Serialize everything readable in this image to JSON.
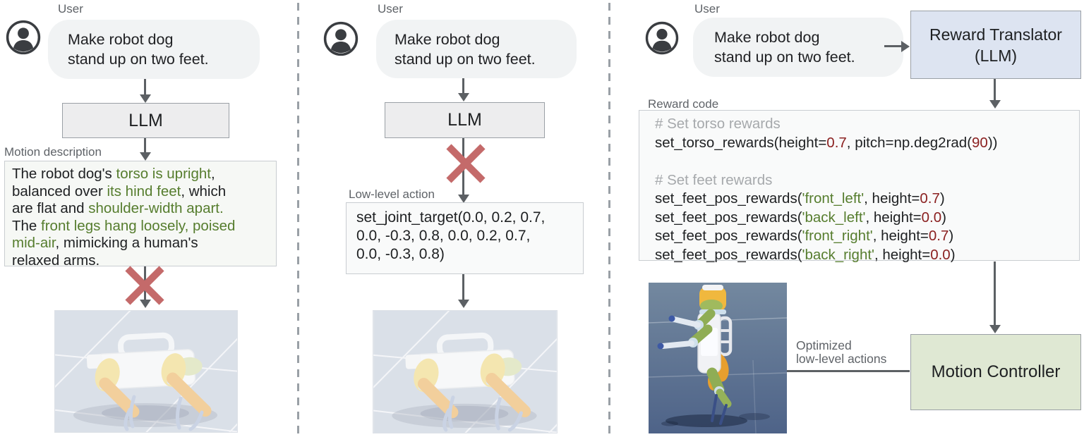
{
  "colors": {
    "highlight_green": "#567d2e",
    "number_red": "#8b2121",
    "comment_gray": "#a6a9ac",
    "x_mark_red": "#c46a6a",
    "arrow_gray": "#5c6064",
    "bubble_bg": "#f1f3f4",
    "llm_box_bg": "#ededee",
    "reward_translator_bg": "#dde4f1",
    "motion_controller_bg": "#dfe8d3"
  },
  "p1": {
    "user_label": "User",
    "bubble": {
      "line1": "Make robot dog",
      "line2": "stand up on two feet."
    },
    "llm_label": "LLM",
    "motion_desc_label": "Motion description",
    "motion_lines": [
      [
        {
          "t": "The robot dog's ",
          "c": "k"
        },
        {
          "t": "torso is upright",
          "c": "g"
        },
        {
          "t": ",",
          "c": "k"
        }
      ],
      [
        {
          "t": "balanced over ",
          "c": "k"
        },
        {
          "t": "its hind feet",
          "c": "g"
        },
        {
          "t": ", which",
          "c": "k"
        }
      ],
      [
        {
          "t": "are flat and ",
          "c": "k"
        },
        {
          "t": "shoulder-width apart.",
          "c": "g"
        }
      ],
      [
        {
          "t": "The ",
          "c": "k"
        },
        {
          "t": "front legs hang loosely, poised",
          "c": "g"
        }
      ],
      [
        {
          "t": "mid-air",
          "c": "g"
        },
        {
          "t": ", mimicking a human's",
          "c": "k"
        }
      ],
      [
        {
          "t": "relaxed arms.",
          "c": "k"
        }
      ]
    ]
  },
  "p2": {
    "user_label": "User",
    "bubble": {
      "line1": "Make robot dog",
      "line2": "stand up on two feet."
    },
    "llm_label": "LLM",
    "action_label": "Low-level action",
    "code_lines": [
      [
        {
          "t": "set_joint_target(0.0, 0.2, 0.7,",
          "c": "k"
        }
      ],
      [
        {
          "t": "0.0, -0.3, 0.8, 0.0, 0.2, 0.7,",
          "c": "k"
        }
      ],
      [
        {
          "t": "0.0, -0.3, 0.8)",
          "c": "k"
        }
      ]
    ]
  },
  "p3": {
    "user_label": "User",
    "bubble": {
      "line1": "Make robot dog",
      "line2": "stand up on two feet."
    },
    "translator": {
      "line1": "Reward Translator",
      "line2": "(LLM)"
    },
    "reward_code_label": "Reward code",
    "code_lines": [
      [
        {
          "t": "# Set torso rewards",
          "c": "c"
        }
      ],
      [
        {
          "t": "set_torso_rewards(height=",
          "c": "k"
        },
        {
          "t": "0.7",
          "c": "r"
        },
        {
          "t": ", pitch=np.deg2rad(",
          "c": "k"
        },
        {
          "t": "90",
          "c": "r"
        },
        {
          "t": "))",
          "c": "k"
        }
      ],
      [],
      [
        {
          "t": "# Set feet rewards",
          "c": "c"
        }
      ],
      [
        {
          "t": "set_feet_pos_rewards(",
          "c": "k"
        },
        {
          "t": "'front_left'",
          "c": "g"
        },
        {
          "t": ", height=",
          "c": "k"
        },
        {
          "t": "0.7",
          "c": "r"
        },
        {
          "t": ")",
          "c": "k"
        }
      ],
      [
        {
          "t": "set_feet_pos_rewards(",
          "c": "k"
        },
        {
          "t": "'back_left'",
          "c": "g"
        },
        {
          "t": ", height=",
          "c": "k"
        },
        {
          "t": "0.0",
          "c": "r"
        },
        {
          "t": ")",
          "c": "k"
        }
      ],
      [
        {
          "t": "set_feet_pos_rewards(",
          "c": "k"
        },
        {
          "t": "'front_right'",
          "c": "g"
        },
        {
          "t": ", height=",
          "c": "k"
        },
        {
          "t": "0.7",
          "c": "r"
        },
        {
          "t": ")",
          "c": "k"
        }
      ],
      [
        {
          "t": "set_feet_pos_rewards(",
          "c": "k"
        },
        {
          "t": "'back_right'",
          "c": "g"
        },
        {
          "t": ", height=",
          "c": "k"
        },
        {
          "t": "0.0",
          "c": "r"
        },
        {
          "t": ")",
          "c": "k"
        }
      ]
    ],
    "controller_label": "Motion Controller",
    "optimized": {
      "line1": "Optimized",
      "line2": "low-level actions"
    }
  }
}
